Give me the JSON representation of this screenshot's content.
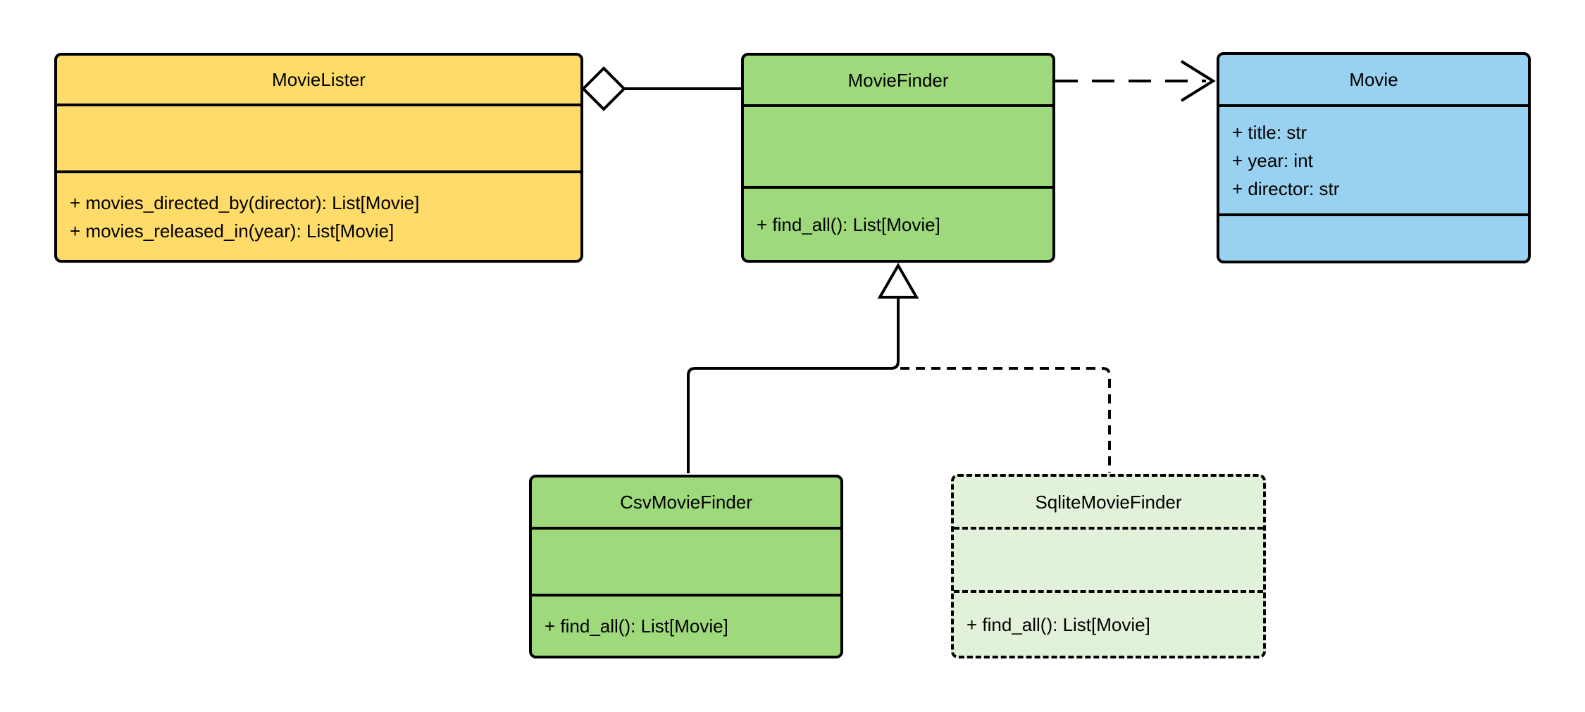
{
  "diagram": {
    "type": "uml-class-diagram",
    "classes": [
      {
        "name": "MovieLister",
        "attributes": [],
        "methods": [
          "+ movies_directed_by(director): List[Movie]",
          "+ movies_released_in(year): List[Movie]"
        ]
      },
      {
        "name": "MovieFinder",
        "attributes": [],
        "methods": [
          "+ find_all(): List[Movie]"
        ]
      },
      {
        "name": "Movie",
        "attributes": [
          "+ title: str",
          "+ year: int",
          "+ director: str"
        ],
        "methods": []
      },
      {
        "name": "CsvMovieFinder",
        "attributes": [],
        "methods": [
          "+ find_all(): List[Movie]"
        ]
      },
      {
        "name": "SqliteMovieFinder",
        "attributes": [],
        "methods": [
          "+ find_all(): List[Movie]"
        ]
      }
    ],
    "relationships": [
      {
        "type": "aggregation",
        "from": "MovieLister",
        "to": "MovieFinder",
        "line": "solid",
        "marker": "hollow-diamond"
      },
      {
        "type": "dependency",
        "from": "MovieFinder",
        "to": "Movie",
        "line": "dashed",
        "marker": "open-arrow"
      },
      {
        "type": "inheritance",
        "from": "CsvMovieFinder",
        "to": "MovieFinder",
        "line": "solid",
        "marker": "hollow-triangle"
      },
      {
        "type": "inheritance",
        "from": "SqliteMovieFinder",
        "to": "MovieFinder",
        "line": "dashed",
        "marker": "hollow-triangle"
      }
    ],
    "colors": {
      "yellow": "#FFDC6A",
      "green": "#9ED97C",
      "blue": "#99D1F0",
      "light_green": "#E2F2DA",
      "stroke": "#000000",
      "background": "#FFFFFF"
    }
  }
}
